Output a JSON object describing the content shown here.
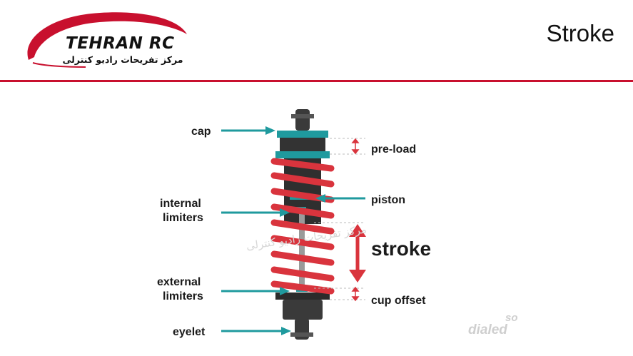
{
  "header": {
    "logo_text": "TEHRAN RC",
    "logo_subtitle": "مرکز تفریحات رادیو کنترلی",
    "title": "Stroke"
  },
  "diagram": {
    "labels": {
      "cap": "cap",
      "preload": "pre-load",
      "piston": "piston",
      "internal_1": "internal",
      "internal_2": "limiters",
      "stroke": "stroke",
      "external_1": "external",
      "external_2": "limiters",
      "cup_offset": "cup offset",
      "eyelet": "eyelet"
    },
    "watermark": "مرکز تفریحات رادیو کنترلی",
    "credit_1": "so",
    "credit_2": "dialed"
  },
  "colors": {
    "accent": "#c8102e",
    "teal": "#1f9a9e",
    "spring": "#d9343d",
    "body": "#2b2b2b"
  }
}
